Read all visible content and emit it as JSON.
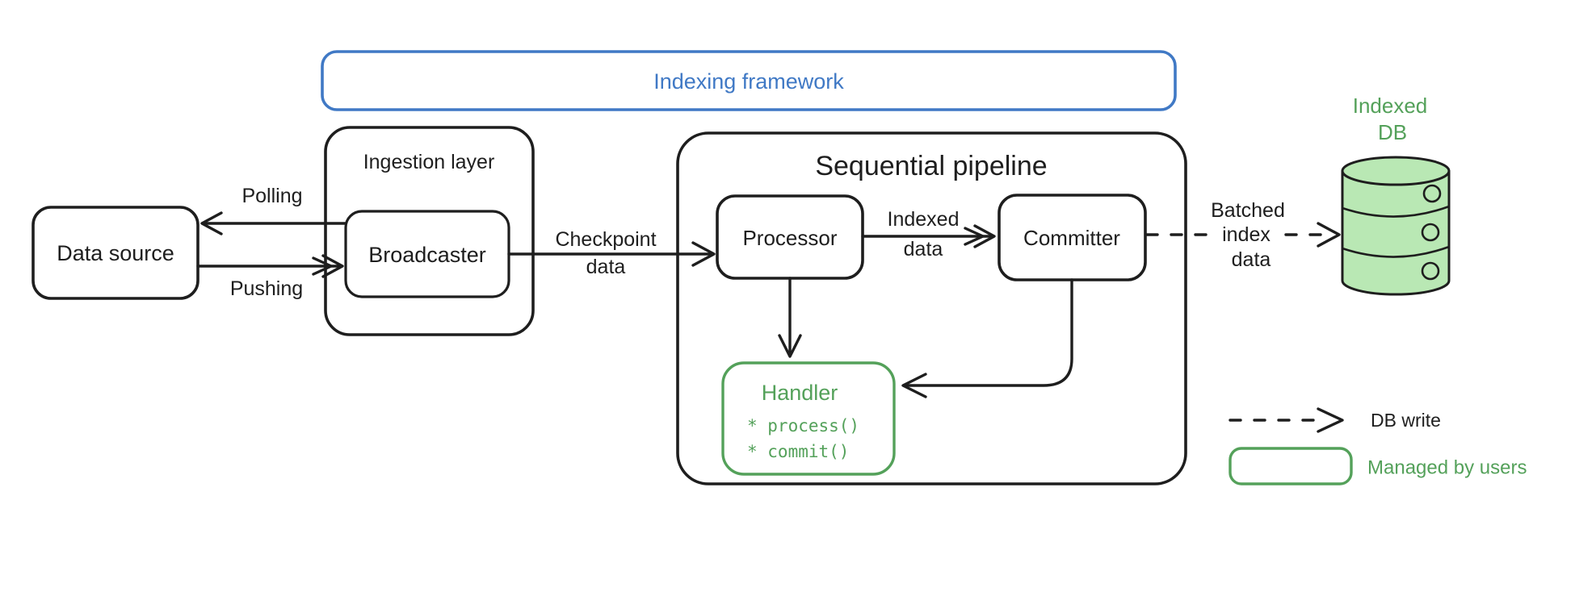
{
  "frame": {
    "label": "Indexing framework"
  },
  "nodes": {
    "data_source": {
      "label": "Data source"
    },
    "ingestion_layer": {
      "label": "Ingestion layer"
    },
    "broadcaster": {
      "label": "Broadcaster"
    },
    "sequential_pipeline": {
      "label": "Sequential pipeline"
    },
    "processor": {
      "label": "Processor"
    },
    "committer": {
      "label": "Committer"
    },
    "handler": {
      "label": "Handler",
      "methods": [
        "* process()",
        "* commit()"
      ]
    },
    "indexed_db": {
      "lines": [
        "Indexed",
        "DB"
      ]
    }
  },
  "edges": {
    "polling": {
      "label": "Polling"
    },
    "pushing": {
      "label": "Pushing"
    },
    "checkpoint_data": {
      "lines": [
        "Checkpoint",
        "data"
      ]
    },
    "indexed_data": {
      "lines": [
        "Indexed",
        "data"
      ]
    },
    "batched_index_data": {
      "lines": [
        "Batched",
        "index",
        "data"
      ]
    }
  },
  "legend": {
    "db_write": {
      "label": "DB write"
    },
    "managed_by_users": {
      "label": "Managed by users"
    }
  },
  "colors": {
    "stroke": "#1e1e1e",
    "accent_blue": "#4079c5",
    "accent_green": "#54a15a",
    "db_fill": "#b9e8b4",
    "background": "#ffffff"
  }
}
